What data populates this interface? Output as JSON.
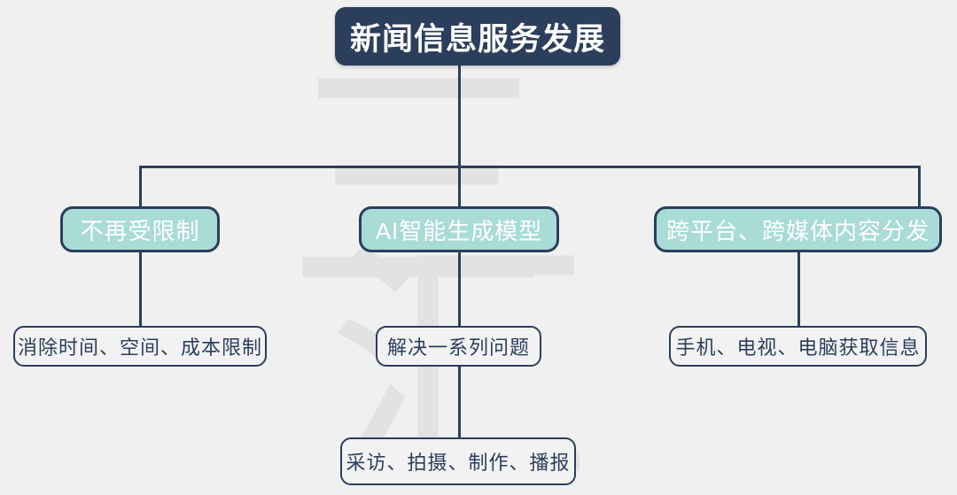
{
  "diagram": {
    "background_color": "#f0f0f0",
    "accent_navy": "#2b3e5c",
    "accent_mint": "#a9dbd7",
    "leaf_fill": "#f2f2f2",
    "watermark": {
      "char_top": "三",
      "char_bottom": "汇"
    },
    "root": {
      "label": "新闻信息服务发展"
    },
    "branches": [
      {
        "label": "不再受限制",
        "children": [
          {
            "label": "消除时间、空间、成本限制"
          }
        ]
      },
      {
        "label": "AI智能生成模型",
        "children": [
          {
            "label": "解决一系列问题"
          },
          {
            "label": "采访、拍摄、制作、播报"
          }
        ]
      },
      {
        "label": "跨平台、跨媒体内容分发",
        "children": [
          {
            "label": "手机、电视、电脑获取信息"
          }
        ]
      }
    ]
  }
}
